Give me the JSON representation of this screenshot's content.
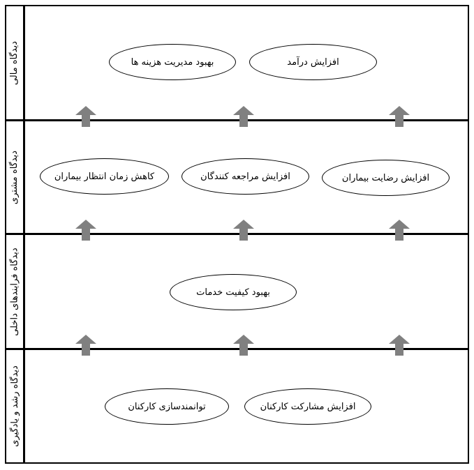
{
  "perspectives": [
    {
      "label": "دیدگاه مالی",
      "objectives": [
        "بهبود مدیریت هزینه ها",
        "افزایش درآمد"
      ]
    },
    {
      "label": "دیدگاه مشتری",
      "objectives": [
        "کاهش زمان انتظار بیماران",
        "افزایش مراجعه کنندگان",
        "افزایش رضایت بیماران"
      ]
    },
    {
      "label": "دیدگاه فرایندهای داخلی",
      "objectives": [
        "بهبود کیفیت خدمات"
      ]
    },
    {
      "label": "دیدگاه رشد و یادگیری",
      "objectives": [
        "توانمندسازی کارکنان",
        "افزایش مشارکت کارکنان"
      ]
    }
  ],
  "colors": {
    "arrow": "#808080",
    "border": "#000000"
  },
  "icons": {
    "arrow": "up-arrow-icon"
  }
}
